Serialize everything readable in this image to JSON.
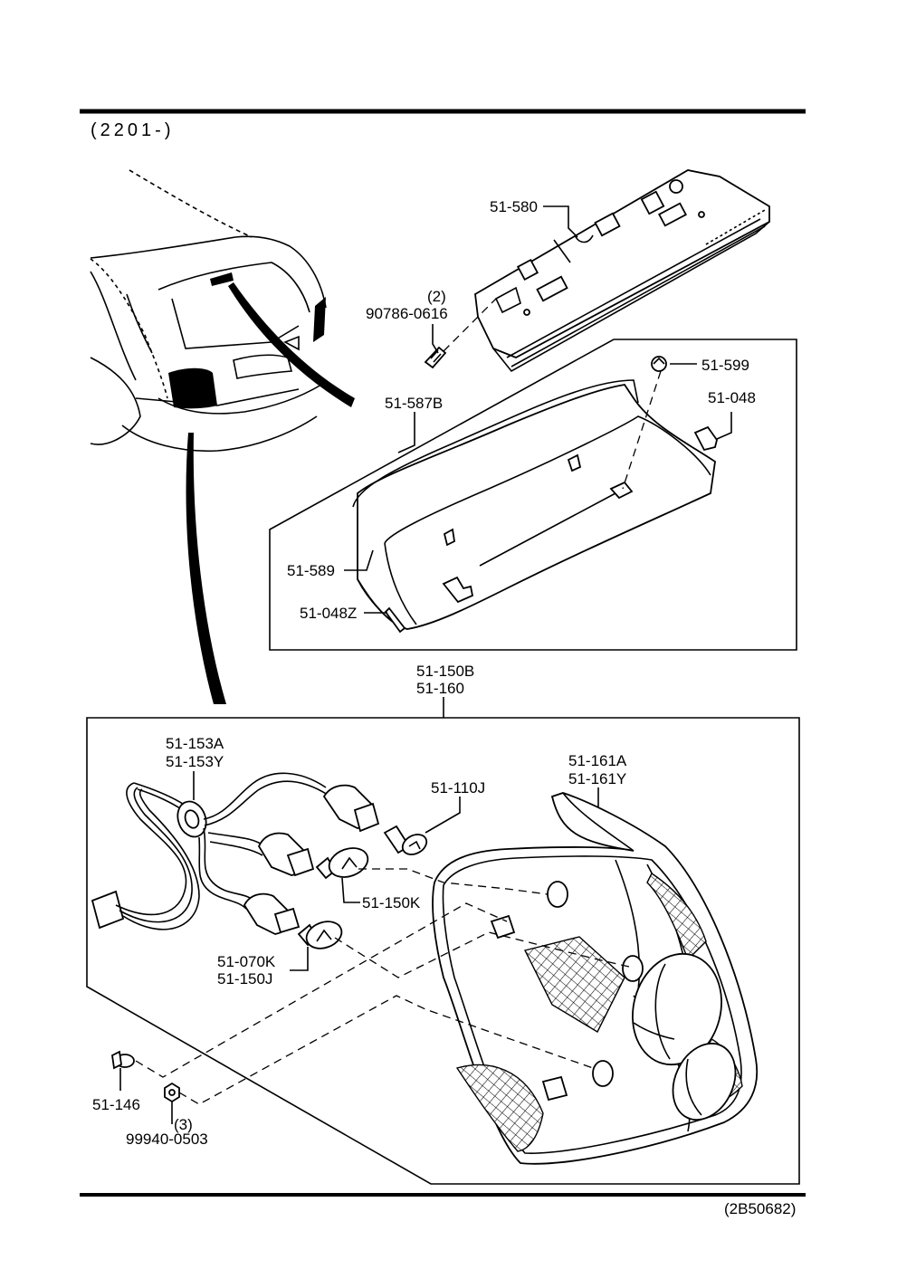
{
  "header": {
    "code": "(2201-)"
  },
  "footer": {
    "diagram_id": "(2B50682)"
  },
  "parts": {
    "p51580": "51-580",
    "p907860616_qty": "(2)",
    "p907860616": "90786-0616",
    "p51599": "51-599",
    "p51048": "51-048",
    "p51587b": "51-587B",
    "p51589": "51-589",
    "p51048z": "51-048Z",
    "p51150b": "51-150B",
    "p51160": "51-160",
    "p51153a": "51-153A",
    "p51153y": "51-153Y",
    "p51110j": "51-110J",
    "p51161a": "51-161A",
    "p51161y": "51-161Y",
    "p51150k": "51-150K",
    "p51070k": "51-070K",
    "p51150j": "51-150J",
    "p51146": "51-146",
    "p999400503_qty": "(3)",
    "p999400503": "99940-0503"
  }
}
